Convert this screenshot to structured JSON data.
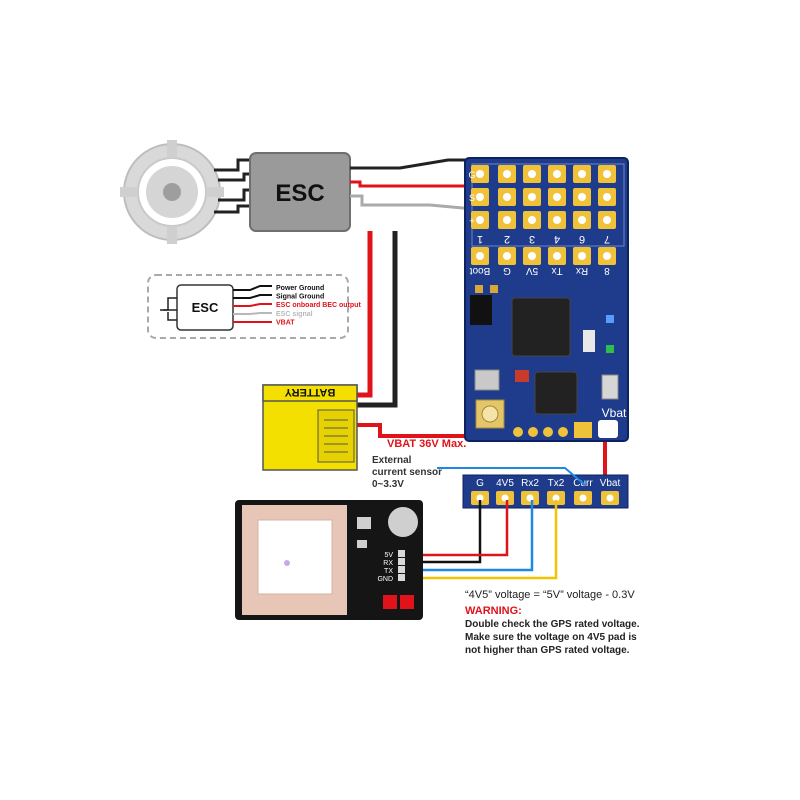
{
  "esc": {
    "label": "ESC",
    "legend_label": "ESC"
  },
  "legend": {
    "items": [
      {
        "text": "Power Ground",
        "color": "#111111"
      },
      {
        "text": "Signal Ground",
        "color": "#111111"
      },
      {
        "text": "ESC onboard BEC output",
        "color": "#e0121a"
      },
      {
        "text": "ESC signal",
        "color": "#b8b8b8"
      },
      {
        "text": "VBAT",
        "color": "#e0121a"
      }
    ]
  },
  "battery": {
    "label": "BATTERY"
  },
  "fc_board": {
    "motor_numbers": [
      "1",
      "2",
      "3",
      "4",
      "6",
      "7"
    ],
    "pin_row_labels": [
      "Boot",
      "G",
      "5V",
      "Tx",
      "Rx",
      "8"
    ],
    "vbat_label": "Vbat",
    "side_row_labels": [
      "G",
      "S",
      "+"
    ]
  },
  "pinout": {
    "labels": [
      "G",
      "4V5",
      "Rx2",
      "Tx2",
      "Curr",
      "Vbat"
    ]
  },
  "notes": {
    "vbat_max": "VBAT  36V Max.",
    "current_sensor": [
      "External",
      "current sensor",
      "0~3.3V"
    ],
    "voltage_formula": "“4V5” voltage = “5V” voltage - 0.3V",
    "warning_title": "WARNING:",
    "warning_lines": [
      "Double check the GPS rated voltage.",
      "Make sure the voltage on 4V5 pad is",
      "not higher than GPS rated voltage."
    ]
  },
  "gps": {
    "pins": [
      "5V",
      "RX",
      "TX",
      "GND"
    ]
  },
  "colors": {
    "board_blue": "#1f3b8c",
    "pad_gold": "#f0c23a",
    "wire_red": "#e0121a",
    "wire_black": "#111111",
    "wire_gray": "#a0a0a0",
    "wire_yellow": "#f2c400",
    "wire_blue": "#1e88e5",
    "battery_yellow": "#f4e000",
    "esc_gray": "#9a9a9a"
  }
}
